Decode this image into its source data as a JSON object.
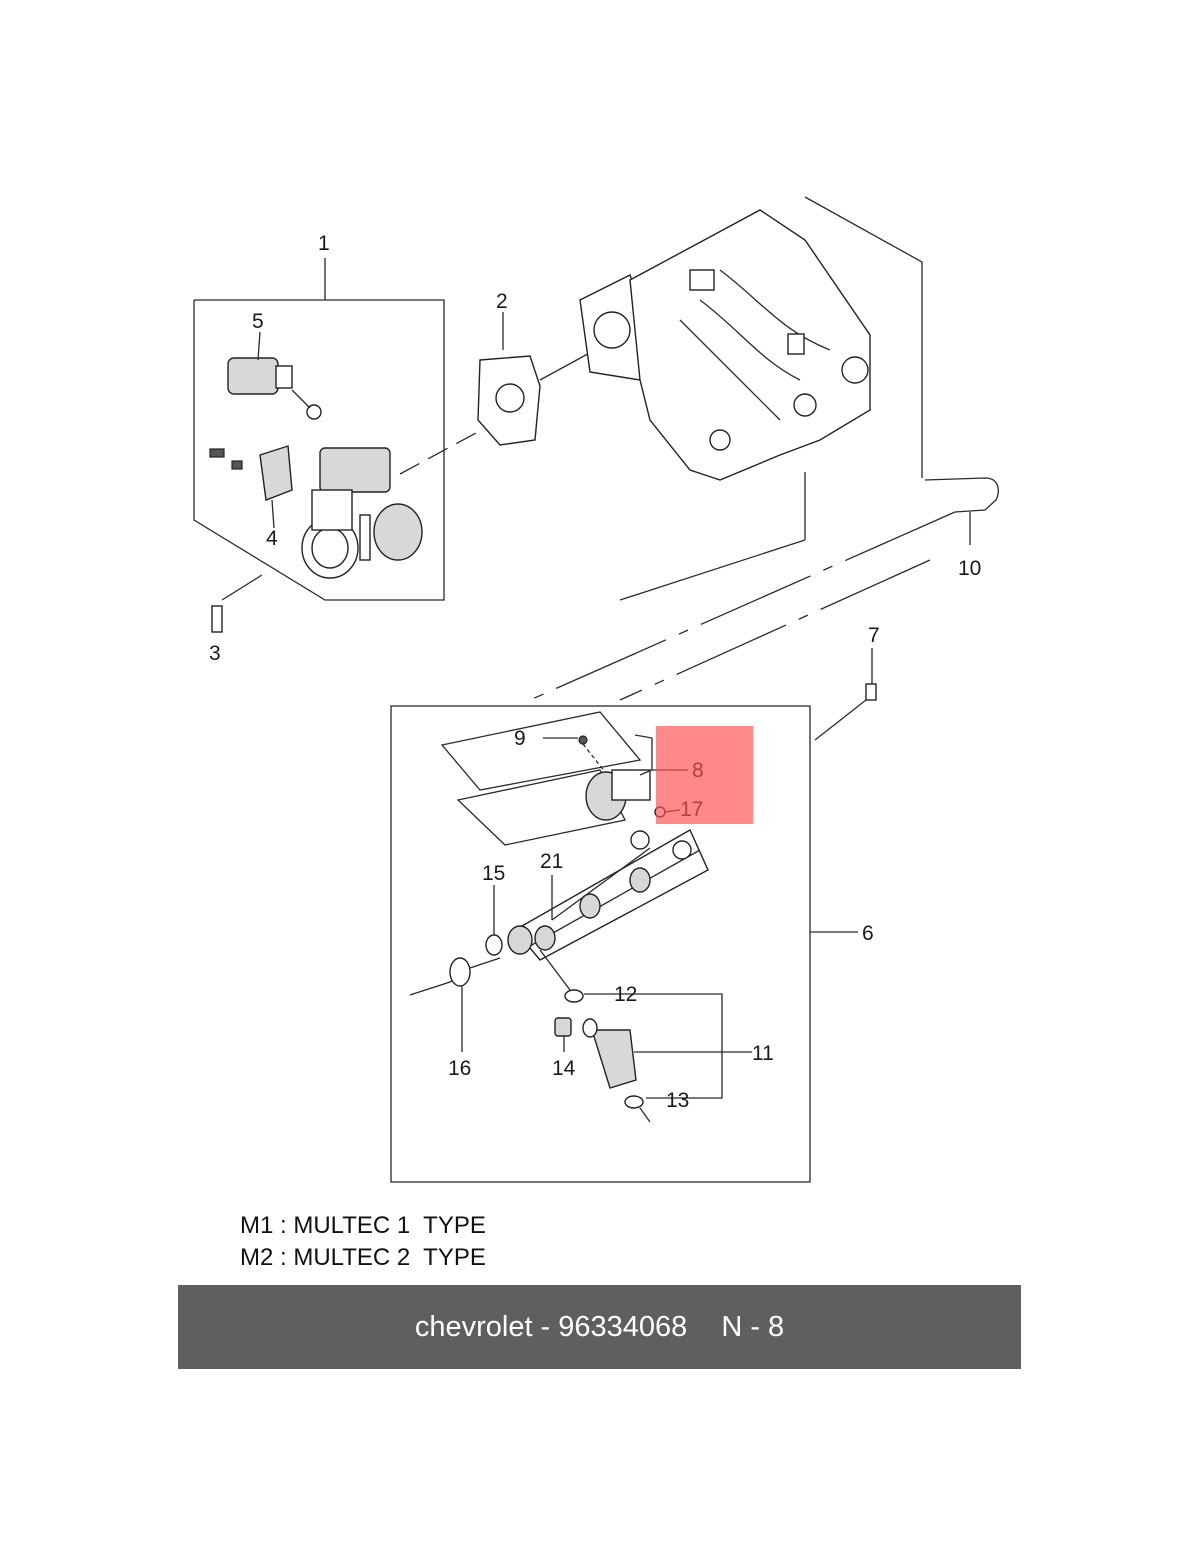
{
  "callouts": [
    "1",
    "2",
    "3",
    "4",
    "5",
    "6",
    "7",
    "8",
    "9",
    "10",
    "11",
    "12",
    "13",
    "14",
    "15",
    "16",
    "17",
    "21"
  ],
  "legend": [
    {
      "code": "M1",
      "text": "M1 : MULTEC 1  TYPE"
    },
    {
      "code": "M2",
      "text": "M2 : MULTEC 2  TYPE"
    }
  ],
  "banner": {
    "brand": "chevrolet",
    "part_number": "96334068",
    "page_code": "N - 8",
    "background": "#5f5f5f"
  },
  "highlight": {
    "color": "#ff5050",
    "target_callouts": [
      "8",
      "17"
    ]
  }
}
